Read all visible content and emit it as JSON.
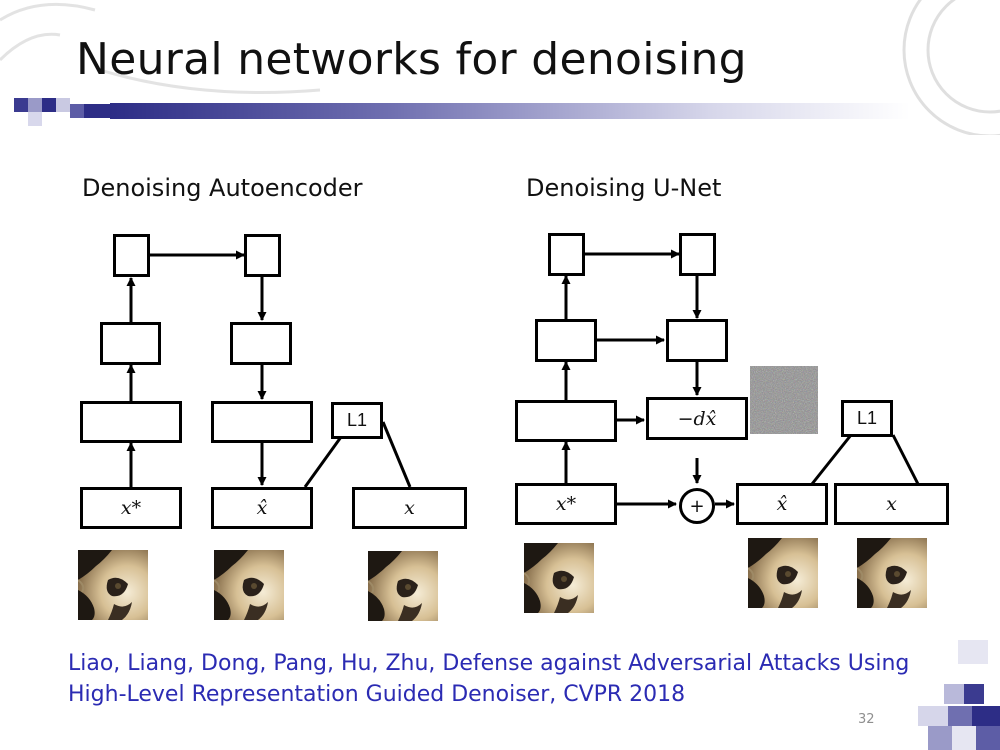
{
  "slide": {
    "title": "Neural networks for denoising",
    "page_number": "32",
    "citation": [
      "Liao, Liang, Dong, Pang, Hu, Zhu, Defense against Adversarial Attacks Using",
      "High-Level Representation Guided Denoiser, CVPR 2018"
    ],
    "accent_color": "#2b2bb3"
  },
  "autoencoder": {
    "title": "Denoising Autoencoder",
    "input_label": "x*",
    "output_label": "x̂",
    "target_label": "x",
    "loss_label": "L1"
  },
  "unet": {
    "title": "Denoising U-Net",
    "input_label": "x*",
    "residual_label": "−dx̂",
    "sum_label": "+",
    "output_label": "x̂",
    "target_label": "x",
    "loss_label": "L1"
  }
}
